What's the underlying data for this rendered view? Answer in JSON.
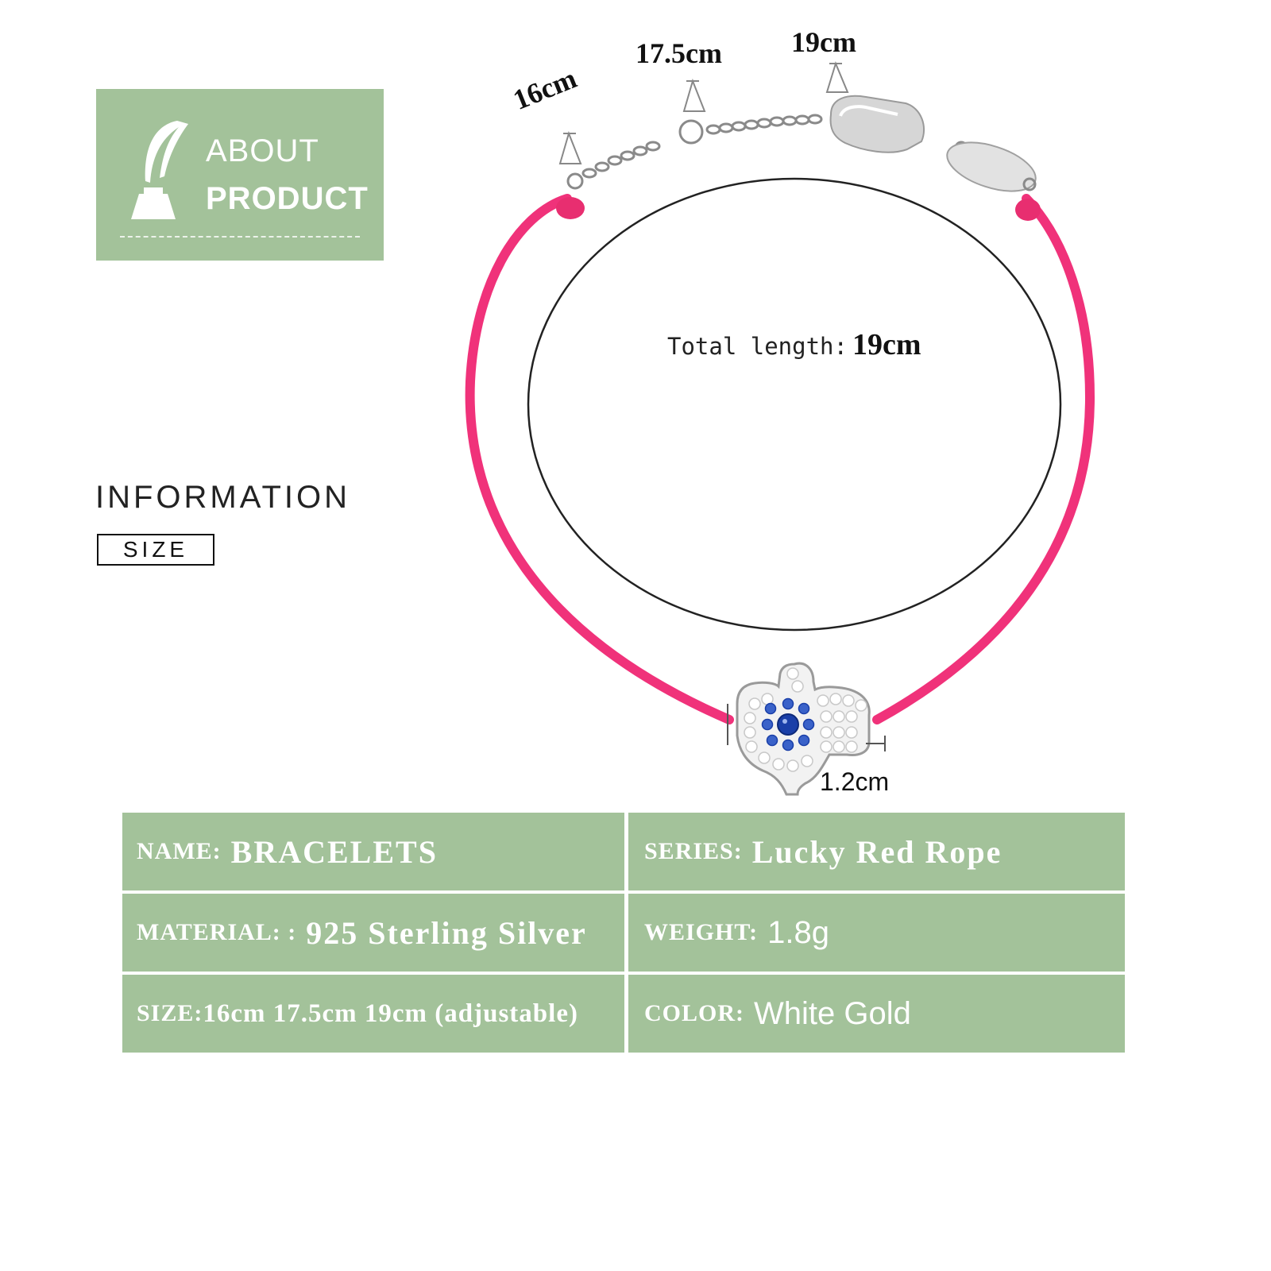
{
  "about": {
    "line1": "ABOUT",
    "line2": "PRODUCT"
  },
  "information": {
    "title": "INFORMATION",
    "size_tag": "SIZE"
  },
  "lengths": {
    "l16": "16cm",
    "l175": "17.5cm",
    "l19": "19cm"
  },
  "total": {
    "label": "Total length:",
    "value": "19cm"
  },
  "charm_size": "1.2cm",
  "colors": {
    "panel": "#a3c29a",
    "rope": "#f0327a",
    "sapphire": "#1a3fa8"
  },
  "table": {
    "name": {
      "key": "NAME:",
      "value": "BRACELETS"
    },
    "series": {
      "key": "SERIES:",
      "value": "Lucky Red Rope"
    },
    "material": {
      "key": "MATERIAL: :",
      "value": "925 Sterling Silver"
    },
    "weight": {
      "key": "WEIGHT:",
      "value": "1.8g"
    },
    "size": {
      "key": "SIZE:",
      "value": "16cm 17.5cm 19cm (adjustable)"
    },
    "color": {
      "key": "COLOR:",
      "value": "White Gold"
    }
  }
}
